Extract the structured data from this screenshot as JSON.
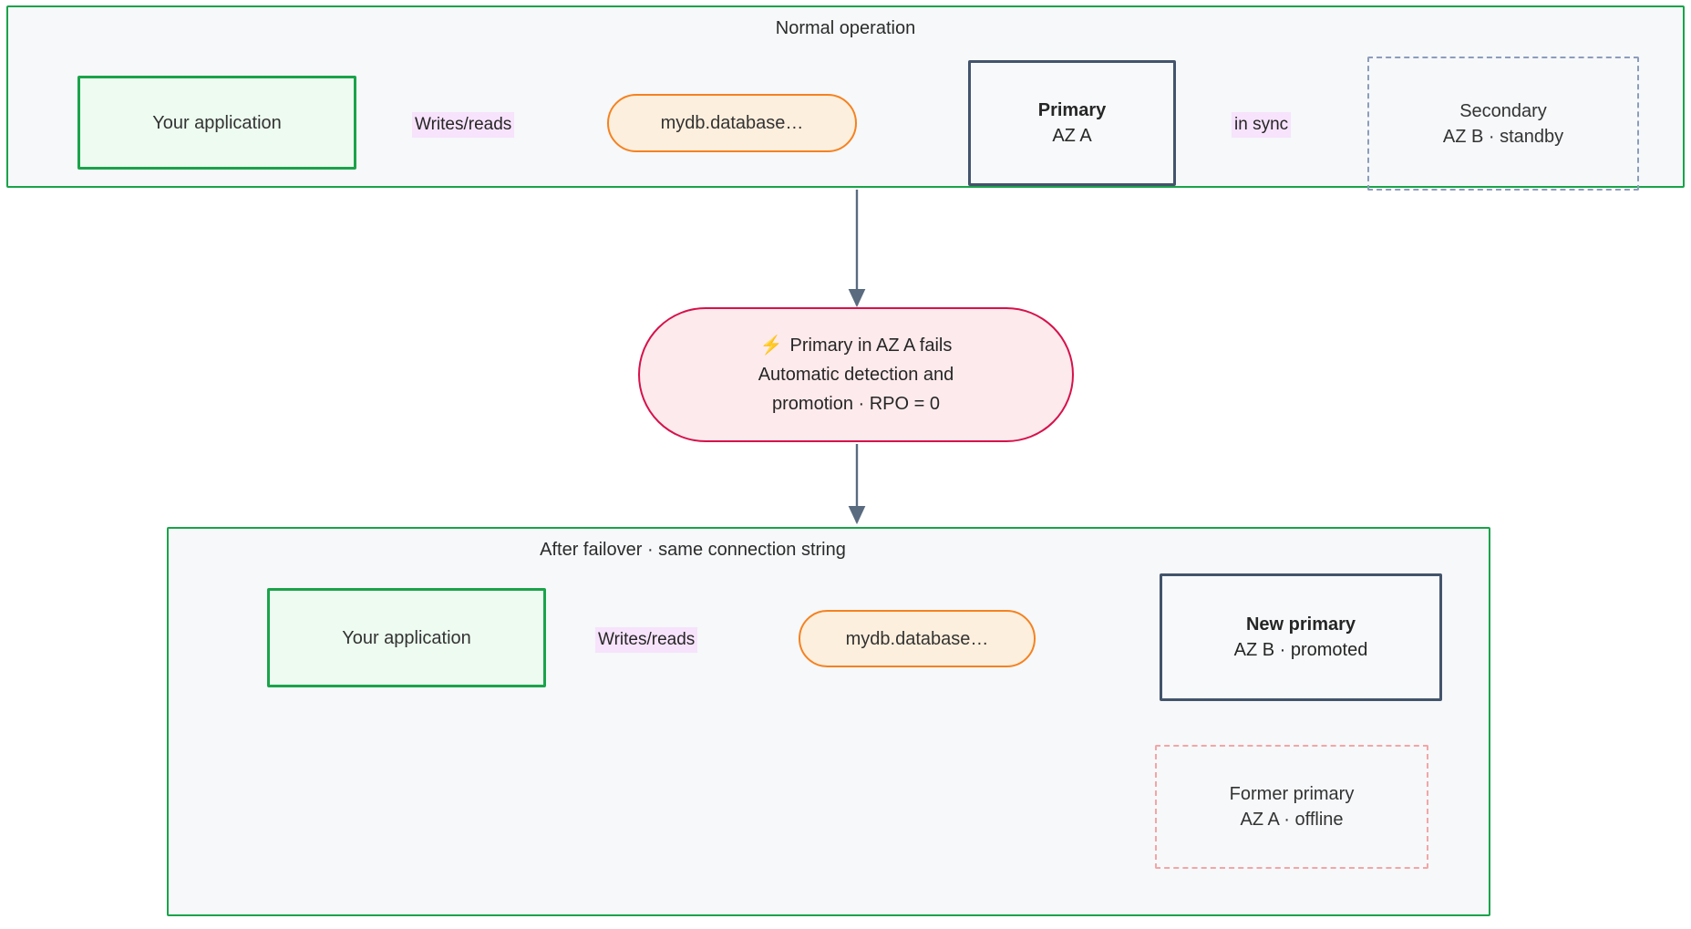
{
  "diagram": {
    "title_normal": "Normal operation",
    "title_after": "After failover · same connection string"
  },
  "clusters": {
    "normal": {
      "label": "Normal operation",
      "nodes": {
        "app": {
          "label": "Your application"
        },
        "endpoint": {
          "label": "mydb.database…"
        },
        "primary": {
          "line1": "Primary",
          "line2": "AZ A"
        },
        "secondary": {
          "line1": "Secondary",
          "line2": "AZ B · standby"
        }
      },
      "edges": {
        "app_to_endpoint": "Writes/reads",
        "primary_to_secondary": "in sync"
      }
    },
    "after": {
      "label": "After failover · same connection string",
      "nodes": {
        "app": {
          "label": "Your application"
        },
        "endpoint": {
          "label": "mydb.database…"
        },
        "new_primary": {
          "line1": "New primary",
          "line2": "AZ B · promoted"
        },
        "former_primary": {
          "line1": "Former primary",
          "line2": "AZ A · offline"
        }
      },
      "edges": {
        "app_to_endpoint": "Writes/reads"
      }
    }
  },
  "event": {
    "icon": "⚡",
    "line1": "Primary in AZ A fails",
    "line2": "Automatic detection and",
    "line3": "promotion · RPO = 0"
  },
  "colors": {
    "cluster_border": "#1aa34a",
    "cluster_fill": "#f6f8fa",
    "app_border": "#1aa34a",
    "app_fill": "#edfbf0",
    "endpoint_border": "#f58220",
    "endpoint_fill": "#fdefdd",
    "db_border": "#43546b",
    "db_fill": "#f7f9fa",
    "standby_border": "#8d9dbb",
    "offline_border": "#f3a6a6",
    "event_border": "#d6124b",
    "event_fill": "#fdeaec",
    "edge_stroke": "#5a6b80",
    "edge_label_fill": "#f7e3fb",
    "bolt": "#f5b719"
  }
}
